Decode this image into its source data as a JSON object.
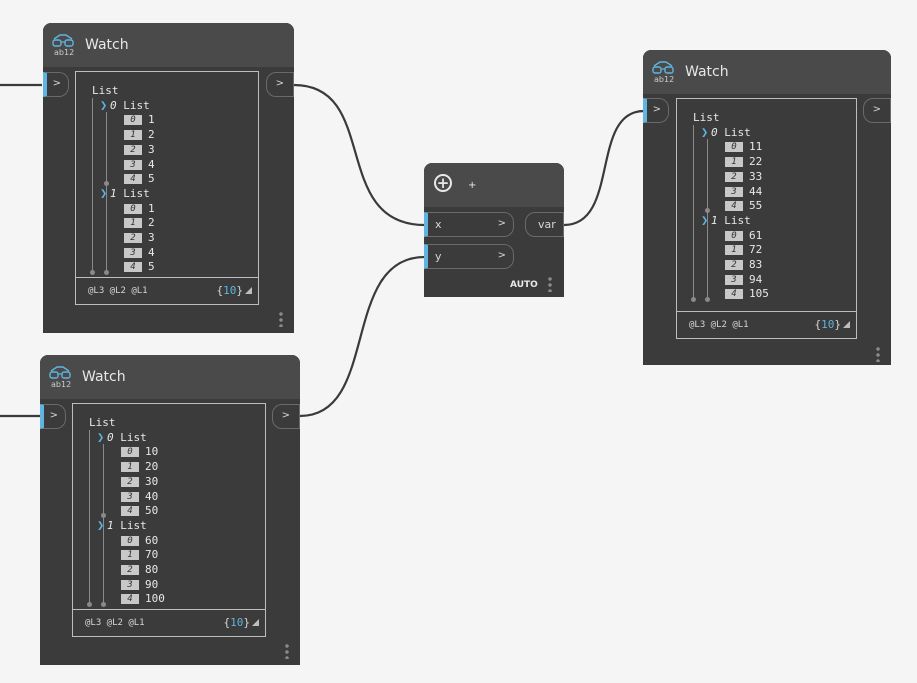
{
  "nodes": {
    "watch_a": {
      "title": "Watch",
      "root": "List",
      "groups": [
        {
          "index": "0",
          "label": "List",
          "items": [
            {
              "i": "0",
              "v": "1"
            },
            {
              "i": "1",
              "v": "2"
            },
            {
              "i": "2",
              "v": "3"
            },
            {
              "i": "3",
              "v": "4"
            },
            {
              "i": "4",
              "v": "5"
            }
          ]
        },
        {
          "index": "1",
          "label": "List",
          "items": [
            {
              "i": "0",
              "v": "1"
            },
            {
              "i": "1",
              "v": "2"
            },
            {
              "i": "2",
              "v": "3"
            },
            {
              "i": "3",
              "v": "4"
            },
            {
              "i": "4",
              "v": "5"
            }
          ]
        }
      ],
      "levels": "@L3 @L2 @L1",
      "count": "10",
      "in_port": ">",
      "out_port": ">"
    },
    "watch_b": {
      "title": "Watch",
      "root": "List",
      "groups": [
        {
          "index": "0",
          "label": "List",
          "items": [
            {
              "i": "0",
              "v": "10"
            },
            {
              "i": "1",
              "v": "20"
            },
            {
              "i": "2",
              "v": "30"
            },
            {
              "i": "3",
              "v": "40"
            },
            {
              "i": "4",
              "v": "50"
            }
          ]
        },
        {
          "index": "1",
          "label": "List",
          "items": [
            {
              "i": "0",
              "v": "60"
            },
            {
              "i": "1",
              "v": "70"
            },
            {
              "i": "2",
              "v": "80"
            },
            {
              "i": "3",
              "v": "90"
            },
            {
              "i": "4",
              "v": "100"
            }
          ]
        }
      ],
      "levels": "@L3 @L2 @L1",
      "count": "10",
      "in_port": ">",
      "out_port": ">"
    },
    "add": {
      "title": "+",
      "inputs": [
        {
          "label": "x",
          "arrow": ">"
        },
        {
          "label": "y",
          "arrow": ">"
        }
      ],
      "output": "var",
      "lacing": "AUTO"
    },
    "watch_c": {
      "title": "Watch",
      "root": "List",
      "groups": [
        {
          "index": "0",
          "label": "List",
          "items": [
            {
              "i": "0",
              "v": "11"
            },
            {
              "i": "1",
              "v": "22"
            },
            {
              "i": "2",
              "v": "33"
            },
            {
              "i": "3",
              "v": "44"
            },
            {
              "i": "4",
              "v": "55"
            }
          ]
        },
        {
          "index": "1",
          "label": "List",
          "items": [
            {
              "i": "0",
              "v": "61"
            },
            {
              "i": "1",
              "v": "72"
            },
            {
              "i": "2",
              "v": "83"
            },
            {
              "i": "3",
              "v": "94"
            },
            {
              "i": "4",
              "v": "105"
            }
          ]
        }
      ],
      "levels": "@L3 @L2 @L1",
      "count": "10",
      "in_port": ">",
      "out_port": ">"
    }
  },
  "colors": {
    "canvas": "#f5f5f5",
    "node_body": "#3b3b3b",
    "node_header": "#4a4a4a",
    "accent": "#5fb4e0",
    "wire": "#3a3a3a"
  }
}
